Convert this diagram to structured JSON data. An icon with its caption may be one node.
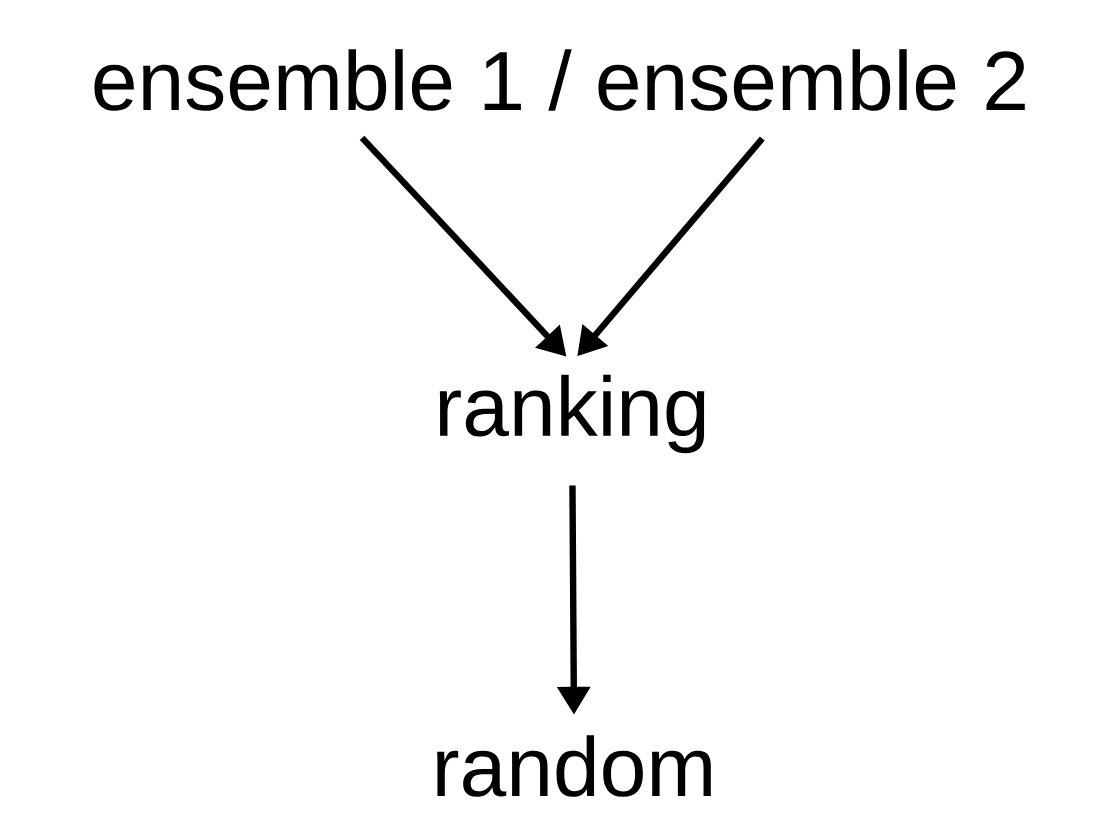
{
  "diagram": {
    "nodes": [
      {
        "text": [
          "ensemble 1"
        ]
      },
      {
        "text": [
          "ensemble 2"
        ]
      },
      {
        "text": [
          "ranking"
        ]
      },
      {
        "text": [
          "random"
        ]
      }
    ],
    "edges": [
      {
        "from": 0,
        "to": 2,
        "arrow": "to"
      },
      {
        "from": 1,
        "to": 2,
        "arrow": "to"
      },
      {
        "from": 2,
        "to": 3,
        "arrow": "to"
      }
    ],
    "labels": [
      "/"
    ]
  }
}
